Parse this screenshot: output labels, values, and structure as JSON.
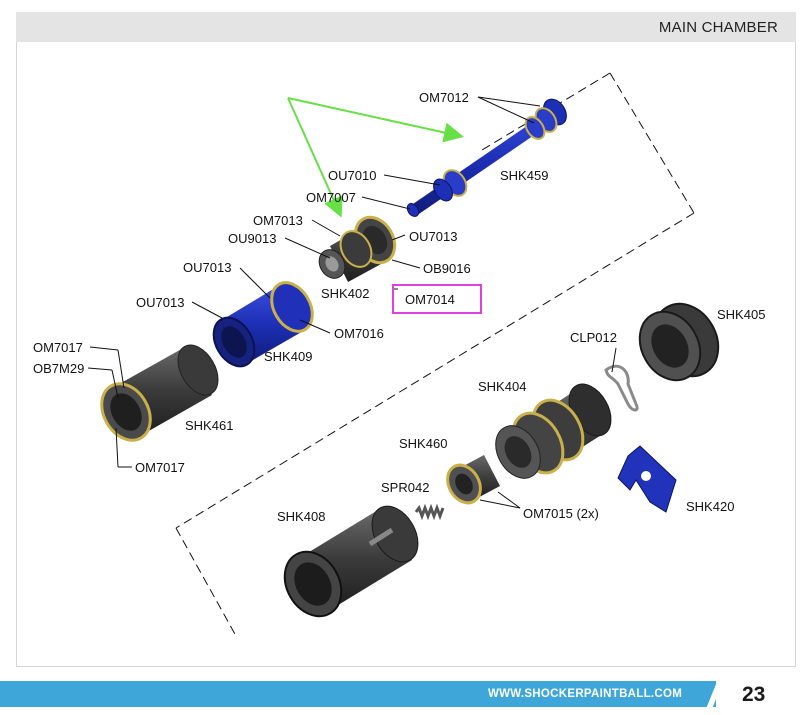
{
  "header": {
    "section_title": "MAIN CHAMBER"
  },
  "footer": {
    "website": "WWW.SHOCKERPAINTBALL.COM",
    "page_number": "23"
  },
  "highlight_color": "#e040e0",
  "arrow_color": "#66e045",
  "part_color_blue": "#2233bb",
  "parts": {
    "om7012": "OM7012",
    "ou7010": "OU7010",
    "shk459": "SHK459",
    "om7007": "OM7007",
    "om7013_a": "OM7013",
    "ou9013": "OU9013",
    "ou7013_a": "OU7013",
    "ob9016": "OB9016",
    "shk402": "SHK402",
    "om7014": "OM7014",
    "ou7013_b": "OU7013",
    "ou7013_c": "OU7013",
    "om7016": "OM7016",
    "shk409": "SHK409",
    "om7017_a": "OM7017",
    "ob7m29": "OB7M29",
    "shk461": "SHK461",
    "om7017_b": "OM7017",
    "shk405": "SHK405",
    "clp012": "CLP012",
    "shk404": "SHK404",
    "shk460": "SHK460",
    "spr042": "SPR042",
    "om7015": "OM7015 (2x)",
    "shk408": "SHK408",
    "shk420": "SHK420"
  }
}
